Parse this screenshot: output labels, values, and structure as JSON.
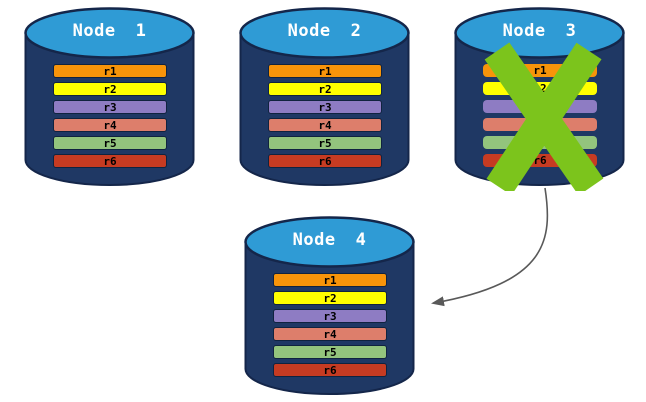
{
  "colors": {
    "background": "#FFFFFF",
    "cylinder_body": "#1F3864",
    "cylinder_outline": "#14264A",
    "cylinder_top": "#2F9BD5",
    "title_text": "#FFFFFF",
    "bar_text": "#000000",
    "bar_border": "#10233F",
    "x_mark": "#7CC41C",
    "arrow": "#595959",
    "bars": {
      "r1": "#F7940A",
      "r2": "#FFFF00",
      "r3": "#8E7CC3",
      "r4": "#DD7E6B",
      "r5": "#93C47D",
      "r6": "#C63B22"
    }
  },
  "nodes": [
    {
      "title": "Node 1",
      "status": "active",
      "bars": [
        "r1",
        "r2",
        "r3",
        "r4",
        "r5",
        "r6"
      ]
    },
    {
      "title": "Node 2",
      "status": "active",
      "bars": [
        "r1",
        "r2",
        "r3",
        "r4",
        "r5",
        "r6"
      ]
    },
    {
      "title": "Node 3",
      "status": "failed",
      "bars": [
        "r1",
        "r2",
        "r3",
        "r4",
        "r5",
        "r6"
      ]
    },
    {
      "title": "Node 4",
      "status": "active",
      "bars": [
        "r1",
        "r2",
        "r3",
        "r4",
        "r5",
        "r6"
      ]
    }
  ],
  "icons": {
    "failure_cross": "x-mark",
    "recovery_arrow": "curved-arrow"
  }
}
